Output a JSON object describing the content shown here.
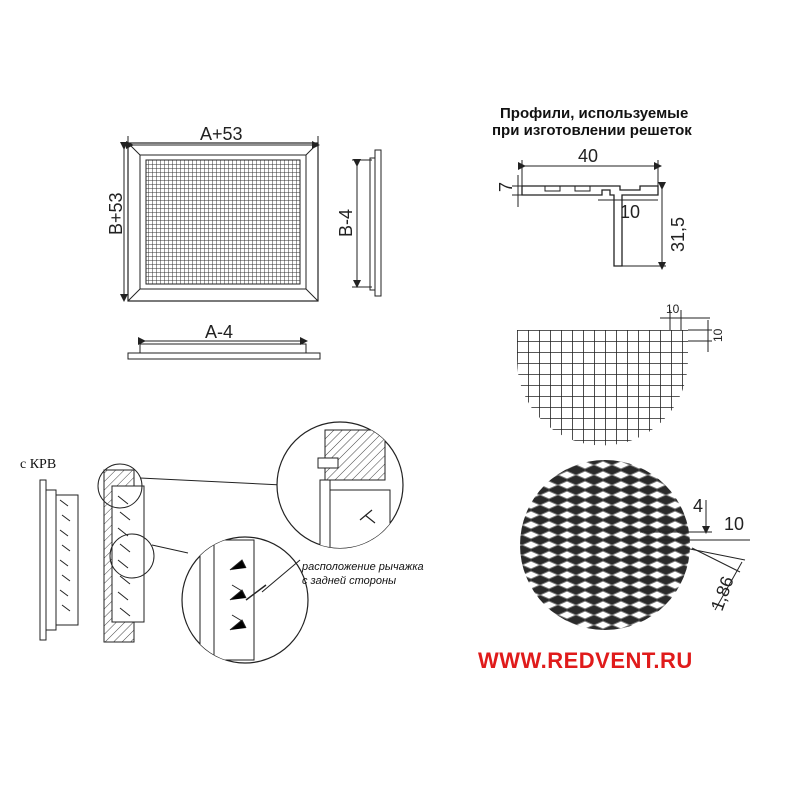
{
  "front_view": {
    "width_label": "A+53",
    "height_label": "B+53",
    "side_height_label": "B-4",
    "bottom_width_label": "A-4"
  },
  "profiles": {
    "title_line1": "Профили, используемые",
    "title_line2": "при изготовлении решеток",
    "dim_width": "40",
    "dim_height": "7",
    "dim_lip": "10",
    "dim_depth": "31,5"
  },
  "square_mesh": {
    "cell_w": "10",
    "cell_h": "10"
  },
  "expanded_mesh": {
    "dim_a": "4",
    "dim_b": "10",
    "dim_c": "1,86"
  },
  "kpb_view": {
    "label": "с КРВ",
    "note_line1": "расположение рычажка",
    "note_line2": "с задней стороны"
  },
  "website": "WWW.REDVENT.RU",
  "colors": {
    "url": "#e01b1b",
    "line": "#222222"
  }
}
